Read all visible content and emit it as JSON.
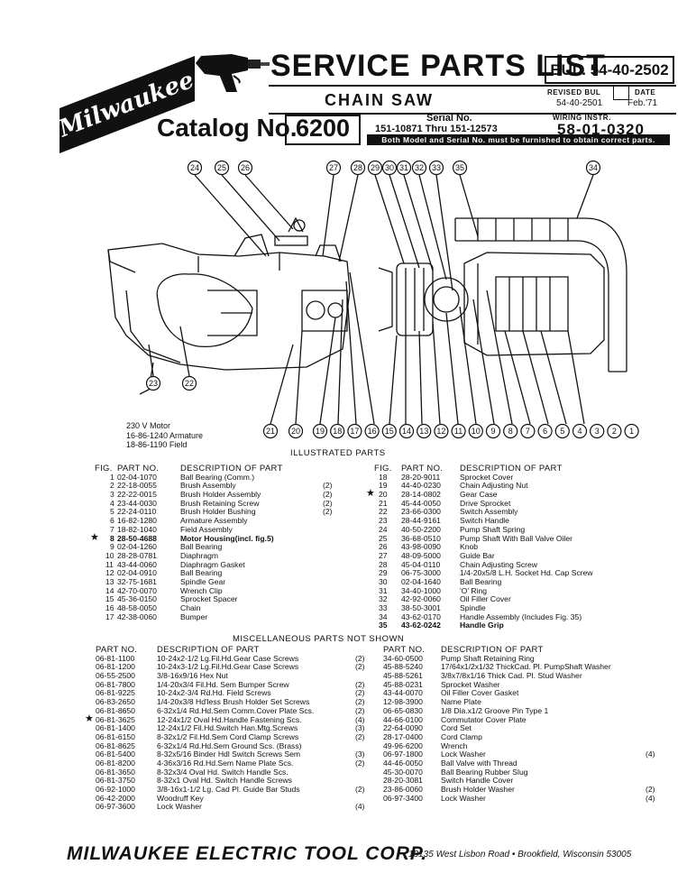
{
  "header": {
    "logo_text": "Milwaukee",
    "title": "SERVICE PARTS LIST",
    "bulletin": "BUL. 54-40-2502",
    "product": "CHAIN SAW",
    "revised_label": "REVISED BUL",
    "revised_value": "54-40-2501",
    "date_label": "DATE",
    "date_value": "Feb.'71",
    "wiring_label": "WIRING INSTR.",
    "wiring_value": "58-01-0320",
    "catalog_label": "Catalog No.",
    "catalog_value": "6200",
    "serial_label": "Serial No.",
    "serial_value": "151-10871 Thru 151-12573",
    "warning": "Both Model and Serial No. must be furnished to obtain correct parts."
  },
  "diagram": {
    "top_callouts": [
      "24",
      "25",
      "26",
      "27",
      "28",
      "29",
      "30",
      "31",
      "32",
      "33",
      "35",
      "34"
    ],
    "left_callouts": [
      "23",
      "22"
    ],
    "bottom_callouts": [
      "21",
      "20",
      "19",
      "18",
      "17",
      "16",
      "15",
      "14",
      "13",
      "12",
      "11",
      "10",
      "9",
      "8",
      "7",
      "6",
      "5",
      "4",
      "3",
      "2",
      "1"
    ],
    "motor_info": [
      "230 V Motor",
      "16-86-1240 Armature",
      "18-86-1190 Field"
    ],
    "section_label": "ILLUSTRATED PARTS"
  },
  "illustrated": {
    "headers": {
      "fig": "FIG.",
      "part": "PART NO.",
      "desc": "DESCRIPTION OF PART"
    },
    "left": [
      {
        "fig": "1",
        "part": "02-04-1070",
        "desc": "Ball Bearing (Comm.)",
        "qty": ""
      },
      {
        "fig": "2",
        "part": "22-18-0055",
        "desc": "Brush Assembly",
        "qty": "(2)"
      },
      {
        "fig": "3",
        "part": "22-22-0015",
        "desc": "Brush Holder Assembly",
        "qty": "(2)"
      },
      {
        "fig": "4",
        "part": "23-44-0030",
        "desc": "Brush Retaining Screw",
        "qty": "(2)"
      },
      {
        "fig": "5",
        "part": "22-24-0110",
        "desc": "Brush Holder Bushing",
        "qty": "(2)"
      },
      {
        "fig": "6",
        "part": "16-82-1280",
        "desc": "Armature Assembly",
        "qty": ""
      },
      {
        "fig": "7",
        "part": "18-82-1040",
        "desc": "Field Assembly",
        "qty": ""
      },
      {
        "fig": "8",
        "part": "28-50-4688",
        "desc": "Motor Housing(incl. fig.5)",
        "qty": "",
        "bold": true,
        "star": true
      },
      {
        "fig": "9",
        "part": "02-04-1260",
        "desc": "Ball Bearing",
        "qty": ""
      },
      {
        "fig": "10",
        "part": "28-28-0781",
        "desc": "Diaphragm",
        "qty": ""
      },
      {
        "fig": "11",
        "part": "43-44-0060",
        "desc": "Diaphragm Gasket",
        "qty": ""
      },
      {
        "fig": "12",
        "part": "02-04-0910",
        "desc": "Ball Bearing",
        "qty": ""
      },
      {
        "fig": "13",
        "part": "32-75-1681",
        "desc": "Spindle Gear",
        "qty": ""
      },
      {
        "fig": "14",
        "part": "42-70-0070",
        "desc": "Wrench Clip",
        "qty": ""
      },
      {
        "fig": "15",
        "part": "45-36-0150",
        "desc": "Sprocket Spacer",
        "qty": ""
      },
      {
        "fig": "16",
        "part": "48-58-0050",
        "desc": "Chain",
        "qty": ""
      },
      {
        "fig": "17",
        "part": "42-38-0060",
        "desc": "Bumper",
        "qty": ""
      }
    ],
    "right": [
      {
        "fig": "18",
        "part": "28-20-9011",
        "desc": "Sprocket Cover"
      },
      {
        "fig": "19",
        "part": "44-40-0230",
        "desc": "Chain Adjusting Nut"
      },
      {
        "fig": "20",
        "part": "28-14-0802",
        "desc": "Gear Case",
        "star": true
      },
      {
        "fig": "21",
        "part": "45-44-0050",
        "desc": "Drive Sprocket"
      },
      {
        "fig": "22",
        "part": "23-66-0300",
        "desc": "Switch Assembly"
      },
      {
        "fig": "23",
        "part": "28-44-9161",
        "desc": "Switch Handle"
      },
      {
        "fig": "24",
        "part": "40-50-2200",
        "desc": "Pump Shaft Spring"
      },
      {
        "fig": "25",
        "part": "36-68-0510",
        "desc": "Pump Shaft With Ball Valve Oiler"
      },
      {
        "fig": "26",
        "part": "43-98-0090",
        "desc": "Knob"
      },
      {
        "fig": "27",
        "part": "48-09-5000",
        "desc": "Guide Bar"
      },
      {
        "fig": "28",
        "part": "45-04-0110",
        "desc": "Chain Adjusting Screw"
      },
      {
        "fig": "29",
        "part": "06-75-3000",
        "desc": "1/4-20x5/8 L.H. Socket Hd. Cap Screw"
      },
      {
        "fig": "30",
        "part": "02-04-1640",
        "desc": "Ball Bearing"
      },
      {
        "fig": "31",
        "part": "34-40-1000",
        "desc": "'O' Ring"
      },
      {
        "fig": "32",
        "part": "42-92-0060",
        "desc": "Oil Filler Cover"
      },
      {
        "fig": "33",
        "part": "38-50-3001",
        "desc": "Spindle"
      },
      {
        "fig": "34",
        "part": "43-62-0170",
        "desc": "Handle Assembly (Includes Fig. 35)",
        "bold_tail": true
      },
      {
        "fig": "35",
        "part": "43-62-0242",
        "desc": "Handle Grip",
        "bold": true
      }
    ]
  },
  "misc": {
    "title": "MISCELLANEOUS PARTS NOT SHOWN",
    "headers": {
      "part": "PART NO.",
      "desc": "DESCRIPTION OF PART"
    },
    "left": [
      {
        "part": "06-81-1100",
        "desc": "10-24x2-1/2 Lg.Fil.Hd.Gear Case Screws",
        "qty": "(2)"
      },
      {
        "part": "06-81-1200",
        "desc": "10-24x3-1/2 Lg.Fil.Hd.Gear Case Screws",
        "qty": "(2)"
      },
      {
        "part": "06-55-2500",
        "desc": "3/8-16x9/16 Hex Nut",
        "qty": ""
      },
      {
        "part": "06-81-7800",
        "desc": "1/4-20x3/4 Fil.Hd. Sem Bumper Screw",
        "qty": "(2)"
      },
      {
        "part": "06-81-9225",
        "desc": "10-24x2-3/4 Rd.Hd. Field Screws",
        "qty": "(2)"
      },
      {
        "part": "06-83-2650",
        "desc": "1/4-20x3/8 Hd'less Brush Holder Set Screws",
        "qty": "(2)"
      },
      {
        "part": "06-81-8650",
        "desc": "6-32x1/4 Rd.Hd.Sem Comm.Cover Plate Scs.",
        "qty": "(2)"
      },
      {
        "part": "06-81-3625",
        "desc": "12-24x1/2 Oval Hd.Handle Fastening Scs.",
        "qty": "(4)",
        "star": true
      },
      {
        "part": "06-81-1400",
        "desc": "12-24x1/2 Fil.Hd.Switch Han.Mtg.Screws",
        "qty": "(3)"
      },
      {
        "part": "06-81-6150",
        "desc": "8-32x1/2 Fil.Hd.Sem Cord Clamp Screws",
        "qty": "(2)"
      },
      {
        "part": "06-81-8625",
        "desc": "6-32x1/4 Rd.Hd.Sem Ground Scs. (Brass)",
        "qty": ""
      },
      {
        "part": "06-81-5400",
        "desc": "8-32x5/16 Binder Hdl Switch Screws Sem",
        "qty": "(3)"
      },
      {
        "part": "06-81-8200",
        "desc": "4-36x3/16 Rd.Hd.Sem Name Plate Scs.",
        "qty": "(2)"
      },
      {
        "part": "06-81-3650",
        "desc": "8-32x3/4 Oval Hd. Switch Handle Scs.",
        "qty": ""
      },
      {
        "part": "06-81-3750",
        "desc": "8-32x1 Oval Hd. Switch Handle Screws",
        "qty": ""
      },
      {
        "part": "06-92-1000",
        "desc": "3/8-16x1-1/2 Lg. Cad Pl. Guide Bar Studs",
        "qty": "(2)"
      },
      {
        "part": "06-42-2000",
        "desc": "Woodruff Key",
        "qty": ""
      },
      {
        "part": "06-97-3600",
        "desc": "Lock Washer",
        "qty": "(4)"
      }
    ],
    "right": [
      {
        "part": "34-60-0500",
        "desc": "Pump Shaft Retaining Ring",
        "qty": ""
      },
      {
        "part": "45-88-5240",
        "desc": "17/64x1/2x1/32 ThickCad. Pl. PumpShaft Washer",
        "qty": ""
      },
      {
        "part": "45-88-5261",
        "desc": "3/8x7/8x1/16 Thick Cad. Pl. Stud Washer",
        "qty": ""
      },
      {
        "part": "45-88-0231",
        "desc": "Sprocket Washer",
        "qty": ""
      },
      {
        "part": "43-44-0070",
        "desc": "Oil Filler Cover Gasket",
        "qty": ""
      },
      {
        "part": "12-98-3900",
        "desc": "Name Plate",
        "qty": ""
      },
      {
        "part": "06-65-0830",
        "desc": "1/8 Dia.x1/2 Groove Pin Type 1",
        "qty": ""
      },
      {
        "part": "44-66-0100",
        "desc": "Commutator Cover Plate",
        "qty": ""
      },
      {
        "part": "22-64-0090",
        "desc": "Cord Set",
        "qty": ""
      },
      {
        "part": "28-17-0400",
        "desc": "Cord Clamp",
        "qty": ""
      },
      {
        "part": "49-96-6200",
        "desc": "Wrench",
        "qty": ""
      },
      {
        "part": "06-97-1800",
        "desc": "Lock Washer",
        "qty": "(4)"
      },
      {
        "part": "44-46-0050",
        "desc": "Ball Valve with Thread",
        "qty": ""
      },
      {
        "part": "45-30-0070",
        "desc": "Ball Bearing Rubber Slug",
        "qty": ""
      },
      {
        "part": "28-20-3081",
        "desc": "Switch Handle Cover",
        "qty": ""
      },
      {
        "part": "23-86-0060",
        "desc": "Brush Holder Washer",
        "qty": "(2)"
      },
      {
        "part": "06-97-3400",
        "desc": "Lock Washer",
        "qty": "(4)"
      }
    ]
  },
  "footer": {
    "company": "MILWAUKEE ELECTRIC TOOL CORP.",
    "address": "13135 West Lisbon Road • Brookfield, Wisconsin 53005"
  }
}
